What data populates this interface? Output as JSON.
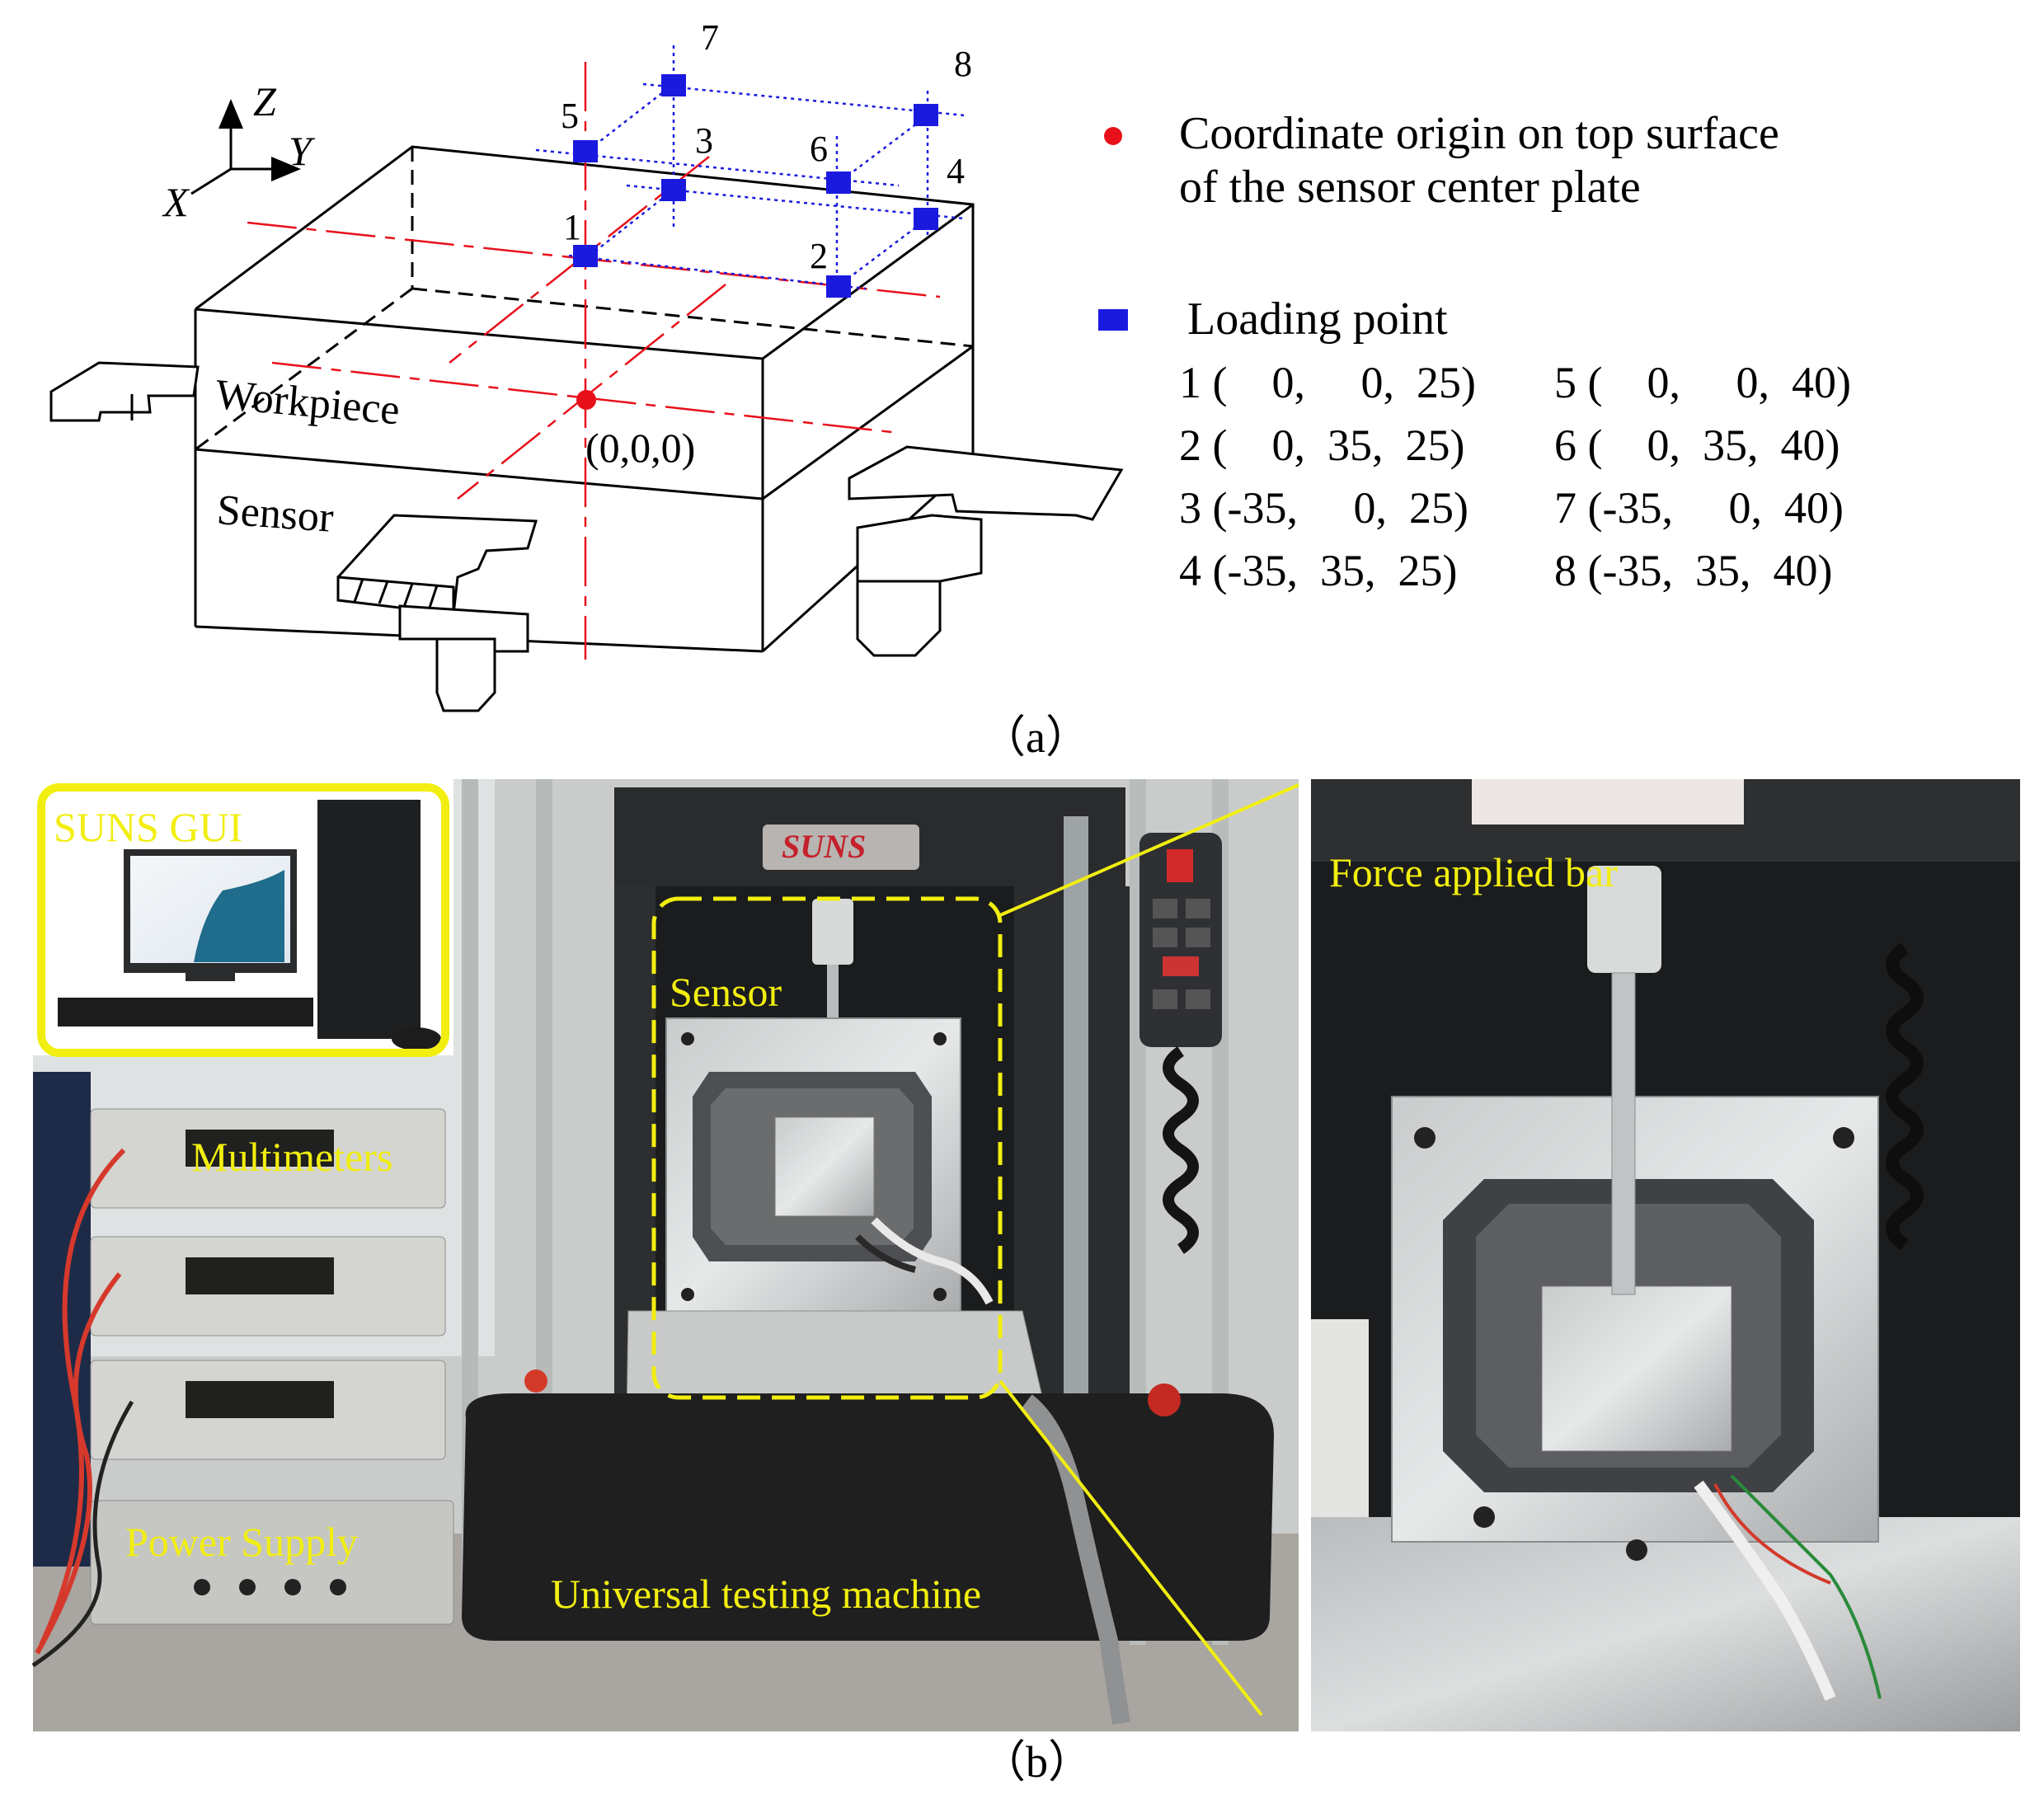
{
  "panel_a": {
    "axes": {
      "z": "Z",
      "y": "Y",
      "x": "X"
    },
    "workpiece_label": "Workpiece",
    "sensor_label": "Sensor",
    "origin_label": "(0,0,0)",
    "point_numbers": [
      "1",
      "2",
      "3",
      "4",
      "5",
      "6",
      "7",
      "8"
    ],
    "legend": {
      "origin_line1": "Coordinate origin on top surface",
      "origin_line2": "of the sensor center plate",
      "loading_title": "Loading point",
      "rows": [
        "1 (    0,     0,  25)",
        "2 (    0,  35,  25)",
        "3 (-35,     0,  25)",
        "4 (-35,  35,  25)",
        "5 (    0,     0,  40)",
        "6 (    0,  35,  40)",
        "7 (-35,     0,  40)",
        "8 (-35,  35,  40)"
      ]
    },
    "caption": "（a）",
    "colors": {
      "origin": "#e8101a",
      "loading": "#1a1adf",
      "axis_lines": "#e8101a",
      "grid_lines": "#1a1adf"
    }
  },
  "panel_b": {
    "labels": {
      "suns_gui": "SUNS GUI",
      "multimeters": "Multimeters",
      "power_supply": "Power Supply",
      "sensor": "Sensor",
      "testing_machine": "Universal testing machine",
      "force_bar": "Force applied bar"
    },
    "brand": "SUNS",
    "caption": "（b）",
    "colors": {
      "annotation": "#f2ee10"
    }
  }
}
